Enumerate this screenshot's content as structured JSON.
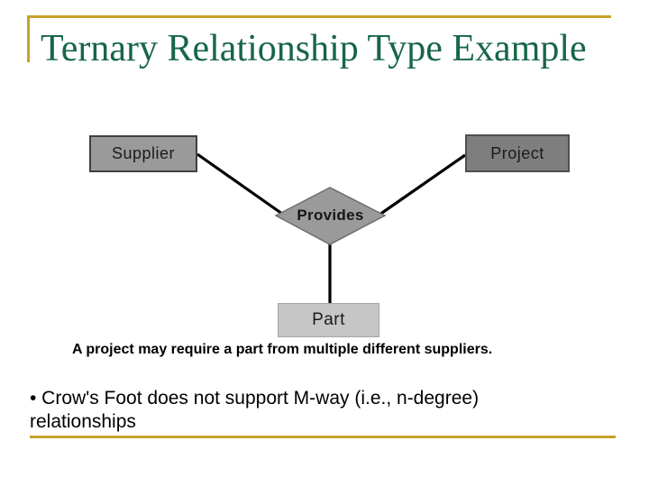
{
  "header": {
    "title": "Ternary Relationship Type Example"
  },
  "diagram": {
    "supplier_label": "Supplier",
    "project_label": "Project",
    "part_label": "Part",
    "relationship_label": "Provides"
  },
  "main": {
    "caption": "A project may require a part from multiple different suppliers.",
    "bullet": {
      "line1": "• Crow's Foot does not support M-way (i.e., n-degree)",
      "line2": "relationships"
    }
  },
  "theme": {
    "accent-gold": "#C7A22B",
    "title-green": "#176647",
    "entity-gray": "#9A9A9A",
    "entity-gray-dark": "#7E7E7E",
    "entity-gray-light": "#C6C6C6",
    "diamond-gray": "#9A9A9A",
    "connector-black": "#000000",
    "text-black": "#1A1A1A"
  }
}
